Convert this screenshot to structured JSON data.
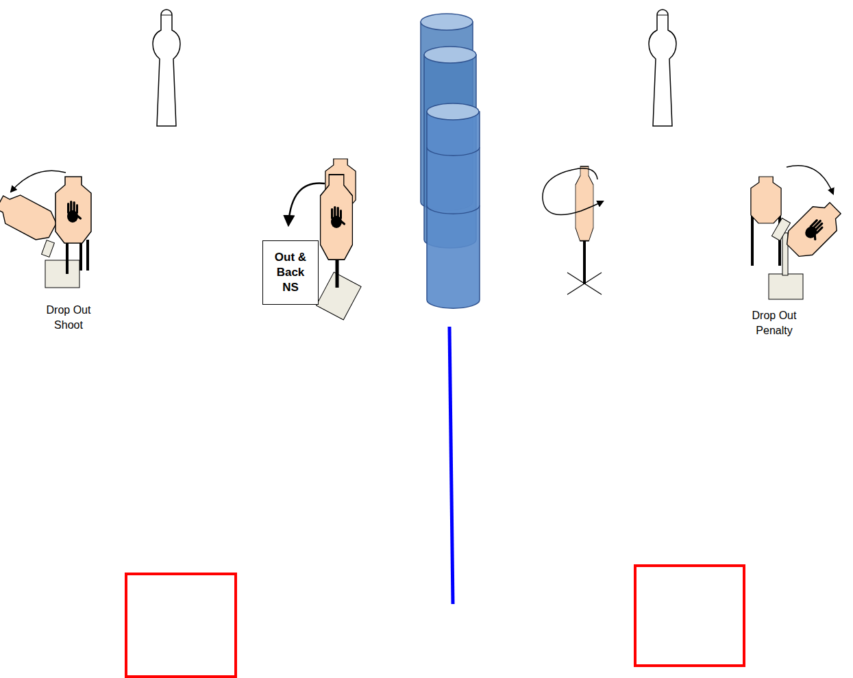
{
  "diagram": {
    "nodes": [
      {
        "text": [
          "Out & Back NS"
        ]
      }
    ],
    "labels": [
      "Drop Out Shoot",
      "Drop Out Penalty"
    ]
  }
}
